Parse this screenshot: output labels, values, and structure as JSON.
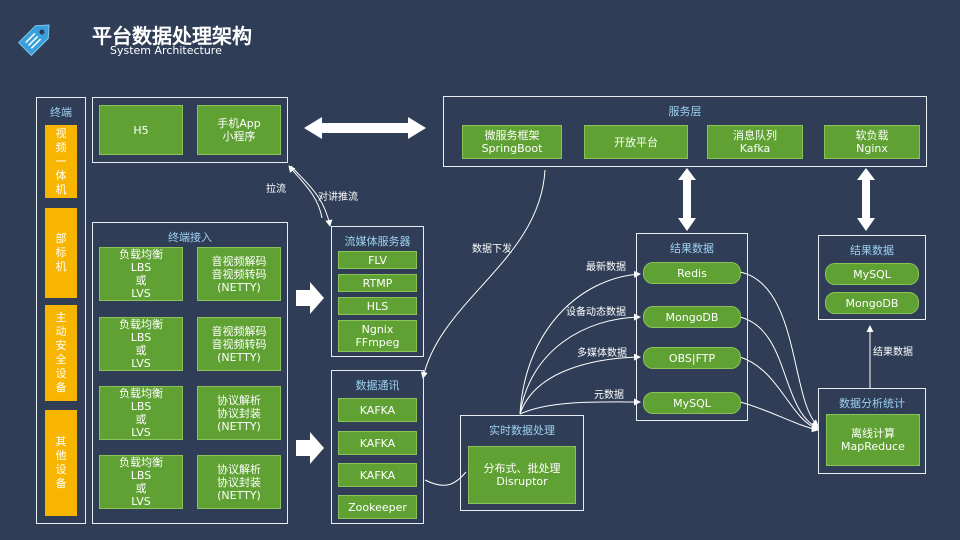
{
  "header": {
    "title": "平台数据处理架构",
    "subtitle": "System Architecture",
    "logo_icon": "tag-icon"
  },
  "terminal": {
    "title": "终端",
    "items": [
      "视\n频\n一\n体\n机",
      "部\n标\n机",
      "主\n动\n安\n全\n设\n备",
      "其\n他\n设\n备"
    ]
  },
  "clients": {
    "h5": "H5",
    "app": "手机App\n小程序"
  },
  "access": {
    "title": "终端接入",
    "rows": [
      {
        "lb": "负载均衡\nLBS\n或\nLVS",
        "proc": "音视频解码\n音视频转码\n(NETTY)"
      },
      {
        "lb": "负载均衡\nLBS\n或\nLVS",
        "proc": "音视频解码\n音视频转码\n(NETTY)"
      },
      {
        "lb": "负载均衡\nLBS\n或\nLVS",
        "proc": "协议解析\n协议封装\n(NETTY)"
      },
      {
        "lb": "负载均衡\nLBS\n或\nLVS",
        "proc": "协议解析\n协议封装\n(NETTY)"
      }
    ]
  },
  "stream": {
    "title": "流媒体服务器",
    "items": [
      "FLV",
      "RTMP",
      "HLS",
      "Ngnix\nFFmpeg"
    ]
  },
  "comm": {
    "title": "数据通讯",
    "items": [
      "KAFKA",
      "KAFKA",
      "KAFKA",
      "Zookeeper"
    ]
  },
  "service": {
    "title": "服务层",
    "items": [
      "微服务框架\nSpringBoot",
      "开放平台",
      "消息队列\nKafka",
      "软负载\nNginx"
    ]
  },
  "results1": {
    "title": "结果数据",
    "items": [
      "Redis",
      "MongoDB",
      "OBS|FTP",
      "MySQL"
    ]
  },
  "results2": {
    "title": "结果数据",
    "items": [
      "MySQL",
      "MongoDB"
    ]
  },
  "realtime": {
    "title": "实时数据处理",
    "box": "分布式、批处理\nDisruptor"
  },
  "analysis": {
    "title": "数据分析统计",
    "box": "离线计算\nMapReduce"
  },
  "labels": {
    "pull": "拉流",
    "push": "对讲推流",
    "downlink": "数据下发",
    "latest": "最新数据",
    "status": "设备动态数据",
    "media": "多媒体数据",
    "meta": "元数据",
    "result": "结果数据"
  }
}
